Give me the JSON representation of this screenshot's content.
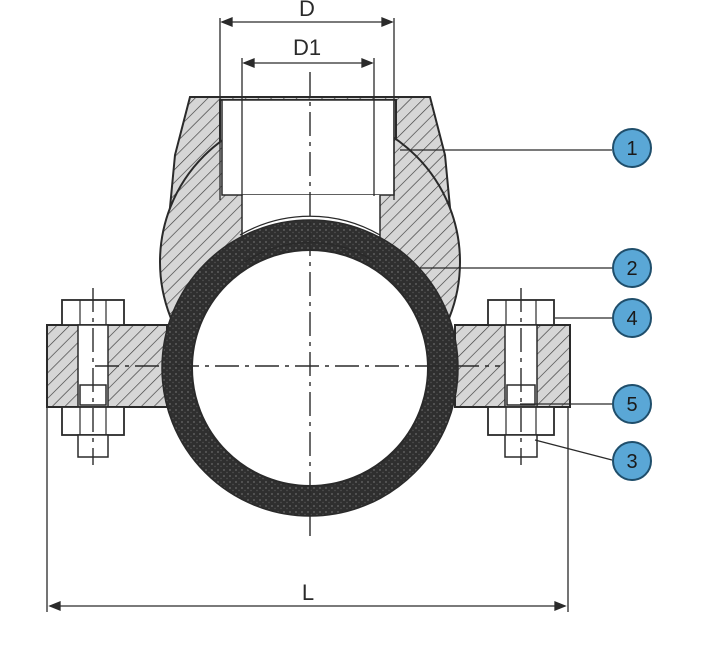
{
  "dimensions": {
    "outer_diameter": "D",
    "inner_diameter": "D1",
    "length": "L"
  },
  "callouts": [
    {
      "label": "1"
    },
    {
      "label": "2"
    },
    {
      "label": "4"
    },
    {
      "label": "5"
    },
    {
      "label": "3"
    }
  ],
  "colors": {
    "line": "#2a2a2a",
    "body_fill": "#d4d4d4",
    "gasket_fill": "#3a3a3a",
    "callout_fill": "#5aa7d6",
    "callout_stroke": "#1f4e6b"
  }
}
